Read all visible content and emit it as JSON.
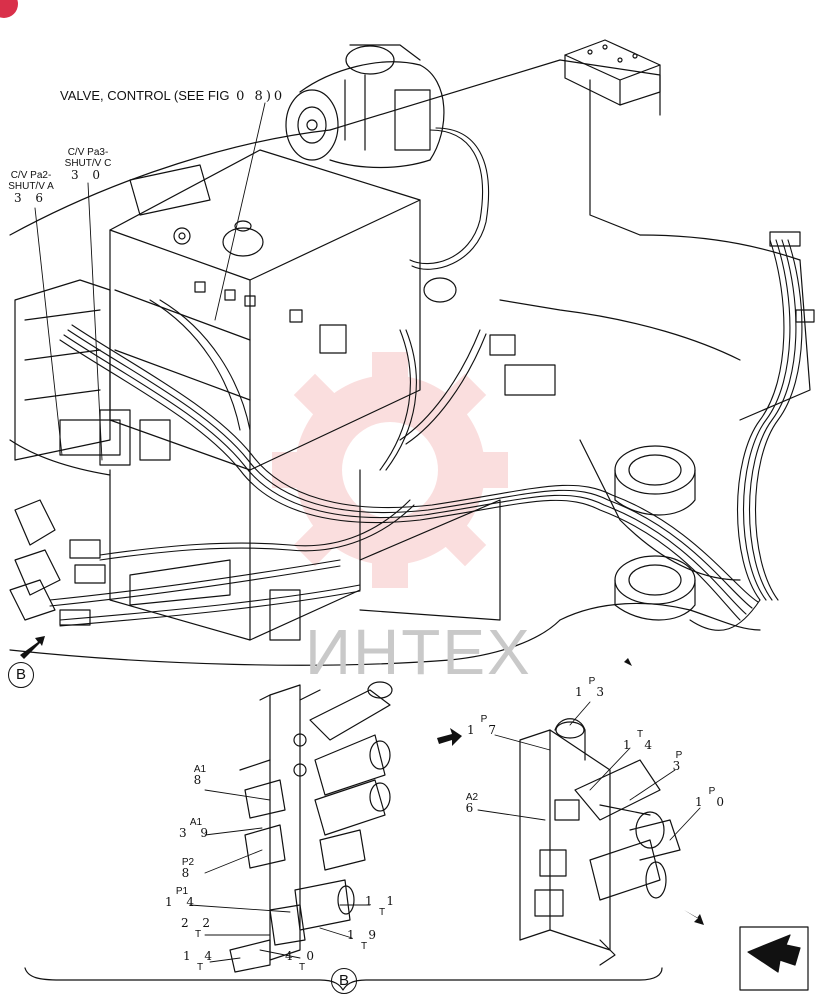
{
  "labels": {
    "valve_control": "VALVE, CONTROL (SEE FIG",
    "valve_control_num": "0 8)0",
    "cv_pa2_line1": "C/V Pa2-",
    "cv_pa2_line2": "SHUT/V A",
    "cv_pa2_num": "3 6",
    "cv_pa3_line1": "C/V Pa3-",
    "cv_pa3_line2": "SHUT/V C",
    "cv_pa3_num": "3 0",
    "view_b": "B",
    "view_b_bottom": "B",
    "watermark": "ИНТЕХ"
  },
  "callouts_left": [
    {
      "port": "A1",
      "num": "8"
    },
    {
      "port": "A1",
      "num": "3 9"
    },
    {
      "port": "P2",
      "num": "8"
    },
    {
      "port": "P1",
      "num": "1 4"
    },
    {
      "port": "T",
      "num": "2 2"
    },
    {
      "port": "T",
      "num": "1 4"
    },
    {
      "port": "T",
      "num": "1 1"
    },
    {
      "port": "T",
      "num": "1 9"
    },
    {
      "port": "T",
      "num": "4 0"
    }
  ],
  "callouts_right": [
    {
      "port": "P",
      "num": "1 3"
    },
    {
      "port": "P",
      "num": "1 7"
    },
    {
      "port": "T",
      "num": "1 4"
    },
    {
      "port": "P",
      "num": "3"
    },
    {
      "port": "P",
      "num": "1 0"
    },
    {
      "port": "A2",
      "num": "6"
    }
  ],
  "colors": {
    "ink": "#111111",
    "watermark": "#f4b8b8",
    "badge": "#d9304a"
  }
}
